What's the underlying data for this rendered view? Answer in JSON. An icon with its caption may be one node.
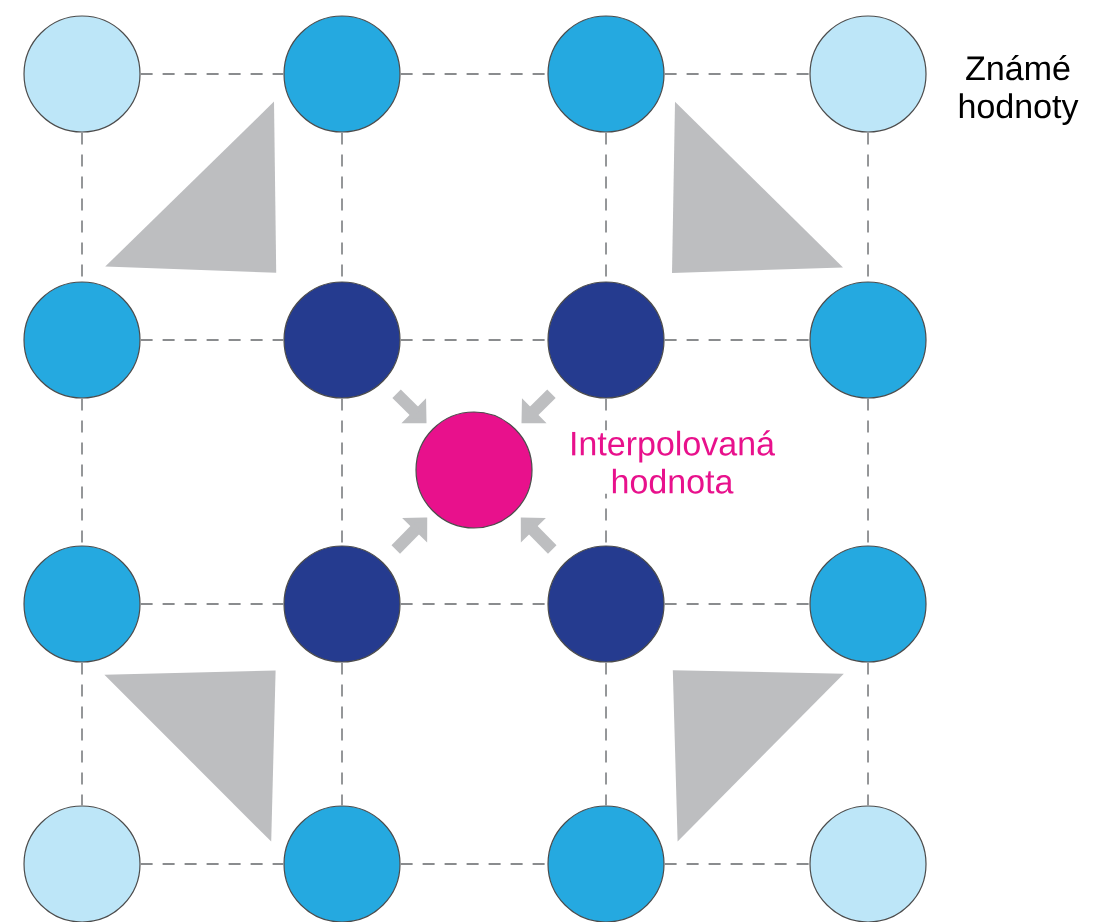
{
  "diagram": {
    "nodes": [
      {
        "text": [],
        "shape": "circle"
      },
      {
        "text": [],
        "shape": "circle"
      },
      {
        "text": [],
        "shape": "circle"
      },
      {
        "text": [],
        "shape": "circle",
        "beside": [
          "Známé hodnoty"
        ]
      },
      {
        "text": [],
        "shape": "circle"
      },
      {
        "text": [],
        "shape": "circle"
      },
      {
        "text": [],
        "shape": "circle"
      },
      {
        "text": [],
        "shape": "circle"
      },
      {
        "text": [],
        "shape": "circle",
        "beside": [
          "Interpolovaná hodnota"
        ]
      },
      {
        "text": [],
        "shape": "circle"
      },
      {
        "text": [],
        "shape": "circle"
      },
      {
        "text": [],
        "shape": "circle"
      },
      {
        "text": [],
        "shape": "circle"
      },
      {
        "text": [],
        "shape": "circle"
      },
      {
        "text": [],
        "shape": "circle"
      },
      {
        "text": [],
        "shape": "circle"
      },
      {
        "text": [],
        "shape": "circle"
      }
    ],
    "edges": [
      {
        "from": 0,
        "to": 1,
        "arrow": "none",
        "style": "dashed"
      },
      {
        "from": 1,
        "to": 2,
        "arrow": "none",
        "style": "dashed"
      },
      {
        "from": 2,
        "to": 3,
        "arrow": "none",
        "style": "dashed"
      },
      {
        "from": 4,
        "to": 5,
        "arrow": "none",
        "style": "dashed"
      },
      {
        "from": 5,
        "to": 6,
        "arrow": "none",
        "style": "dashed"
      },
      {
        "from": 6,
        "to": 7,
        "arrow": "none",
        "style": "dashed"
      },
      {
        "from": 9,
        "to": 10,
        "arrow": "none",
        "style": "dashed"
      },
      {
        "from": 10,
        "to": 11,
        "arrow": "none",
        "style": "dashed"
      },
      {
        "from": 11,
        "to": 12,
        "arrow": "none",
        "style": "dashed"
      },
      {
        "from": 13,
        "to": 14,
        "arrow": "none",
        "style": "dashed"
      },
      {
        "from": 14,
        "to": 15,
        "arrow": "none",
        "style": "dashed"
      },
      {
        "from": 15,
        "to": 16,
        "arrow": "none",
        "style": "dashed"
      },
      {
        "from": 0,
        "to": 4,
        "arrow": "none",
        "style": "dashed"
      },
      {
        "from": 4,
        "to": 9,
        "arrow": "none",
        "style": "dashed"
      },
      {
        "from": 9,
        "to": 13,
        "arrow": "none",
        "style": "dashed"
      },
      {
        "from": 1,
        "to": 5,
        "arrow": "none",
        "style": "dashed"
      },
      {
        "from": 5,
        "to": 10,
        "arrow": "none",
        "style": "dashed"
      },
      {
        "from": 10,
        "to": 14,
        "arrow": "none",
        "style": "dashed"
      },
      {
        "from": 2,
        "to": 6,
        "arrow": "none",
        "style": "dashed"
      },
      {
        "from": 6,
        "to": 11,
        "arrow": "none",
        "style": "dashed"
      },
      {
        "from": 11,
        "to": 15,
        "arrow": "none",
        "style": "dashed"
      },
      {
        "from": 3,
        "to": 7,
        "arrow": "none",
        "style": "dashed"
      },
      {
        "from": 7,
        "to": 12,
        "arrow": "none",
        "style": "dashed"
      },
      {
        "from": 12,
        "to": 16,
        "arrow": "none",
        "style": "dashed"
      },
      {
        "from": 5,
        "to": 8,
        "arrow": "to",
        "style": "thick"
      },
      {
        "from": 6,
        "to": 8,
        "arrow": "to",
        "style": "thick"
      },
      {
        "from": 10,
        "to": 8,
        "arrow": "to",
        "style": "thick"
      },
      {
        "from": 11,
        "to": 8,
        "arrow": "to",
        "style": "thick"
      }
    ]
  }
}
